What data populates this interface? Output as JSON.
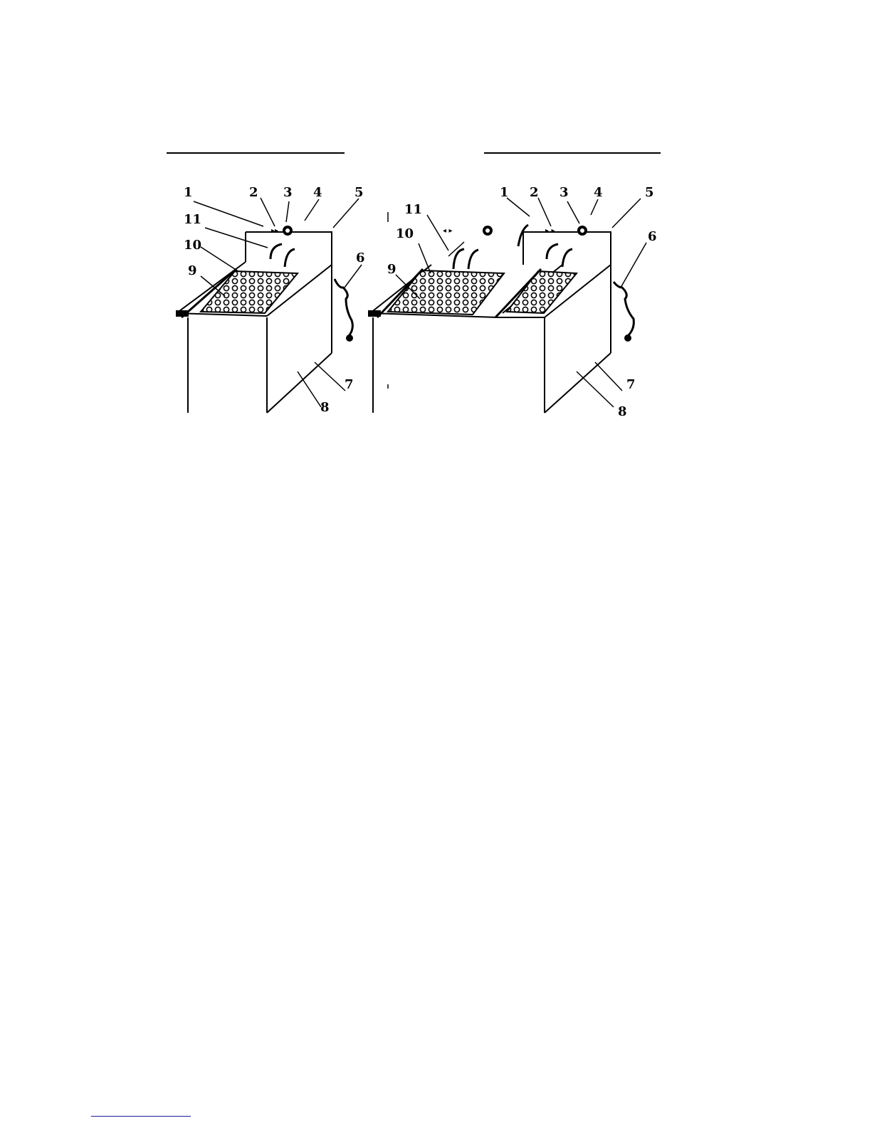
{
  "figure": {
    "left_appliance": {
      "callouts": [
        "1",
        "2",
        "3",
        "4",
        "5",
        "6",
        "7",
        "8",
        "9",
        "10",
        "11"
      ]
    },
    "center_basket": {
      "callouts": [
        "9",
        "10",
        "11"
      ]
    },
    "right_appliance": {
      "callouts": [
        "1",
        "2",
        "3",
        "4",
        "5",
        "6",
        "7",
        "8"
      ]
    }
  },
  "colors": {
    "ink": "#000000",
    "background": "#ffffff",
    "footnote_rule": "#1a1aa0"
  }
}
